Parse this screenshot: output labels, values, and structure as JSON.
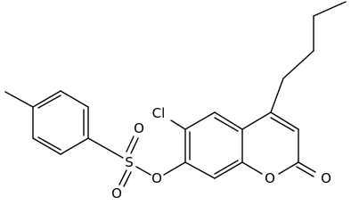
{
  "molecule": {
    "atom_labels": {
      "chlorine": "Cl",
      "sulfur": "S",
      "sulfonyl_oxygen_top": "O",
      "sulfonyl_oxygen_bottom": "O",
      "ester_oxygen": "O",
      "ring_oxygen": "O",
      "carbonyl_oxygen": "O"
    }
  },
  "colors": {
    "bond": "#000000",
    "label": "#000000",
    "background": "#ffffff"
  }
}
